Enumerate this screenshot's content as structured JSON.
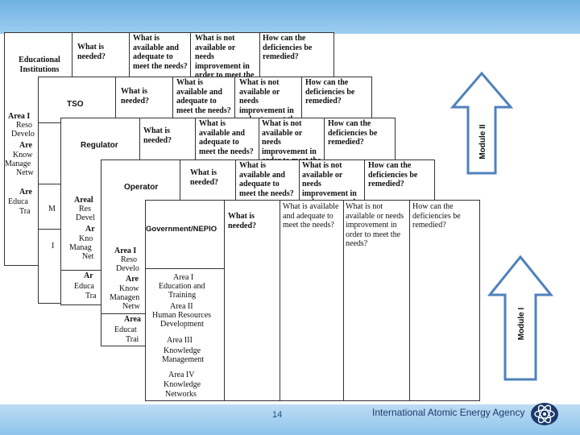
{
  "colors": {
    "arrow_fill": "#ffffff",
    "arrow_stroke": "#4f81bd",
    "footer_text": "#1b3a6a"
  },
  "questions": {
    "what_needed": "What is needed?",
    "what_available": "What is available and adequate to meet the needs?",
    "what_not_available": "What is not available or needs improvement in order to meet the needs?",
    "how_remedied": "How can the deficiencies be remedied?"
  },
  "cards": {
    "educational": {
      "title": "Educational Institutions",
      "area_i": "Area I",
      "frag1": "Reso",
      "frag2": "Develo",
      "area_frag": "Are",
      "frag3": "Know",
      "frag4": "Manage",
      "frag5": "Netw",
      "area_frag2": "Are",
      "frag6": "Educa",
      "frag7": "Tra"
    },
    "tso": {
      "title": "TSO",
      "frag_m": "M",
      "frag_i": "I"
    },
    "regulator": {
      "title": "Regulator",
      "area": "Areal",
      "frag1": "Res",
      "frag2": "Devel",
      "area2": "Ar",
      "frag3": "Kno",
      "frag4": "Manag",
      "frag5": "Net",
      "area3": "Ar",
      "frag6": "Educa",
      "frag7": "Tra"
    },
    "operator": {
      "title": "Operator",
      "area_i": "Area I",
      "frag1": "Reso",
      "frag2": "Develo",
      "area2": "Are",
      "frag3": "Know",
      "frag4": "Managen",
      "frag5": "Netw",
      "area3": "Area",
      "frag6": "Educat",
      "frag7": "Trai"
    },
    "government": {
      "title": "Government/NEPIO",
      "area1": "Area I",
      "area1_line1": "Education and",
      "area1_line2": "Training",
      "area2": "Area II",
      "area2_line1": "Human Resources",
      "area2_line2": "Development",
      "area3": "Area III",
      "area3_line1": "Knowledge",
      "area3_line2": "Management",
      "area4": "Area IV",
      "area4_line1": "Knowledge",
      "area4_line2": "Networks"
    }
  },
  "arrows": {
    "module2": "Module II",
    "module1": "Module I"
  },
  "footer": {
    "page_number": "14",
    "agency": "International Atomic Energy Agency"
  }
}
